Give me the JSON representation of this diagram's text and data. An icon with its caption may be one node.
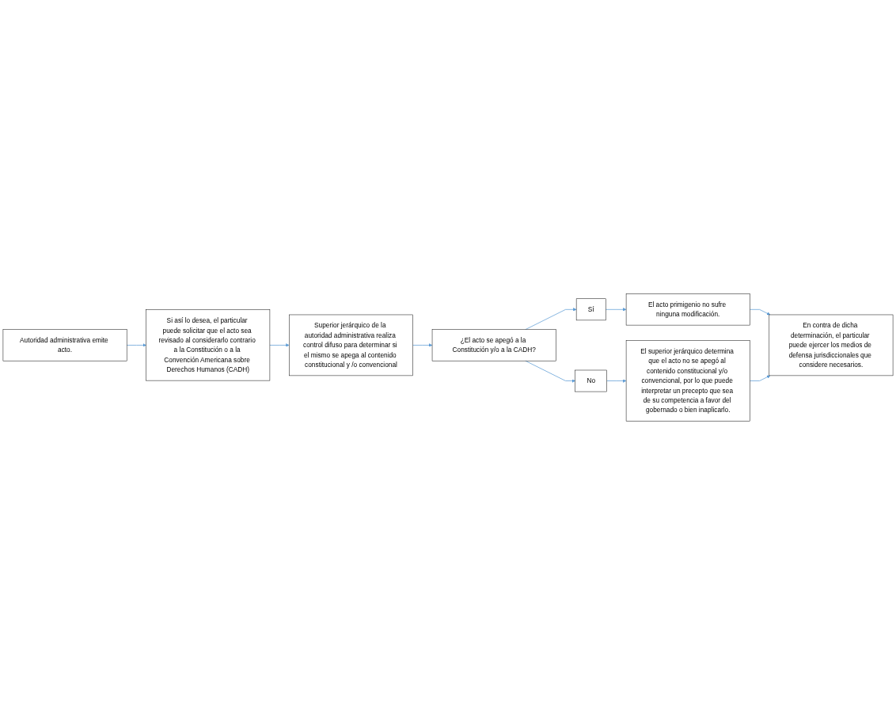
{
  "diagram": {
    "nodes": [
      {
        "text": [
          "Autoridad administrativa emite acto."
        ]
      },
      {
        "text": [
          "Si así lo desea, el particular puede solicitar que el acto sea revisado al considerarlo contrario a la Constitución o a la Convención Americana sobre Derechos Humanos (CADH)"
        ]
      },
      {
        "text": [
          "Superior jerárquico de la autoridad administrativa realiza control difuso para determinar si el mismo se apega al contenido constitucional y /o convencional"
        ]
      },
      {
        "text": [
          "El superior jerárquico determina que el acto no se apegó al contenido constitucional y/o convencional, por lo que puede interpretar un precepto que sea de su competencia a favor del gobernado o bien inaplicarlo."
        ]
      },
      {
        "text": [
          "No"
        ]
      },
      {
        "text": [
          "¿El acto se apegó a la Constitución y/o a la CADH?"
        ]
      },
      {
        "text": [
          "Sí"
        ]
      },
      {
        "text": [
          "En contra de dicha determinación, el particular puede ejercer los medios de defensa jurisdiccionales que considere necesarios."
        ]
      },
      {
        "text": [
          "El acto primigenio no sufre ninguna modificación."
        ]
      }
    ],
    "edges": [
      {
        "from": 0,
        "to": 1,
        "arrow": "to"
      },
      {
        "from": 1,
        "to": 2,
        "arrow": "to"
      },
      {
        "from": 2,
        "to": 5,
        "arrow": "to"
      },
      {
        "from": 5,
        "to": 4,
        "arrow": "to"
      },
      {
        "from": 4,
        "to": 3,
        "arrow": "to"
      },
      {
        "from": 5,
        "to": 6,
        "arrow": "to"
      },
      {
        "from": 6,
        "to": 8,
        "arrow": "to"
      },
      {
        "from": 8,
        "to": 7,
        "arrow": "to"
      },
      {
        "from": 3,
        "to": 7,
        "arrow": "to"
      }
    ]
  }
}
